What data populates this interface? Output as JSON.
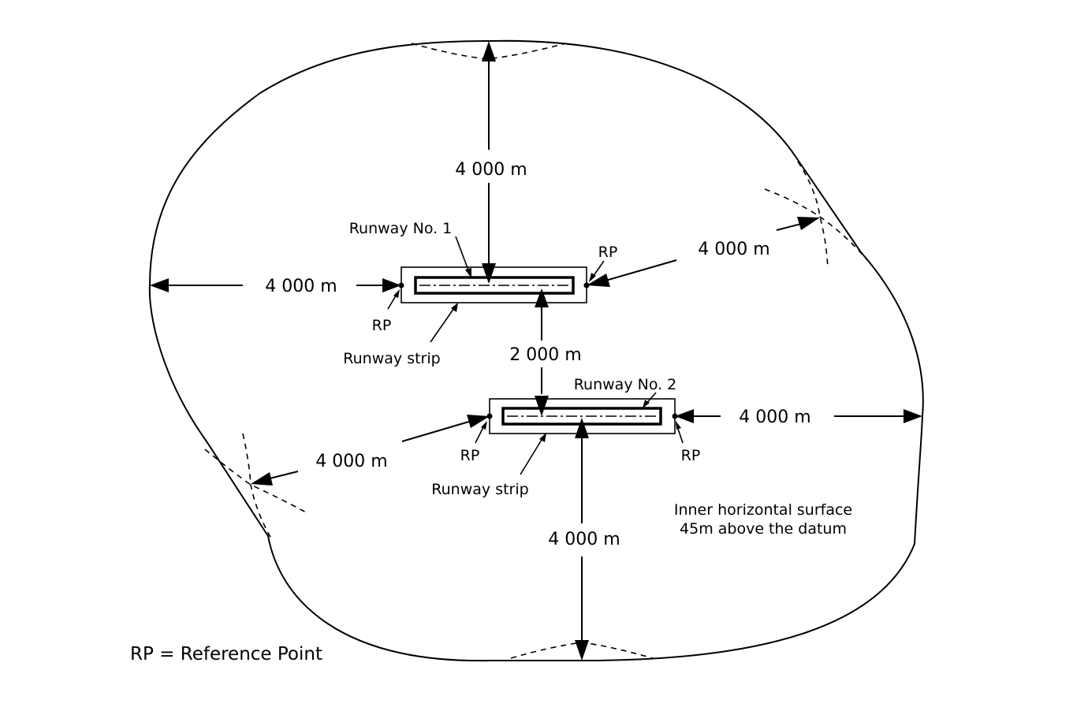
{
  "labels": {
    "dist_top": "4 000 m",
    "dist_left": "4 000 m",
    "dist_upper_right": "4 000 m",
    "dist_between": "2 000 m",
    "dist_right": "4 000 m",
    "dist_lower_left": "4 000 m",
    "dist_bottom": "4 000 m",
    "runway1": "Runway No. 1",
    "runway2": "Runway No. 2",
    "strip1": "Runway strip",
    "strip2": "Runway strip",
    "rp_r1_right": "RP",
    "rp_r1_left": "RP",
    "rp_r2_left": "RP",
    "rp_r2_right": "RP",
    "surface_line1": "Inner horizontal surface",
    "surface_line2": "45m above the datum",
    "legend": "RP = Reference Point"
  }
}
